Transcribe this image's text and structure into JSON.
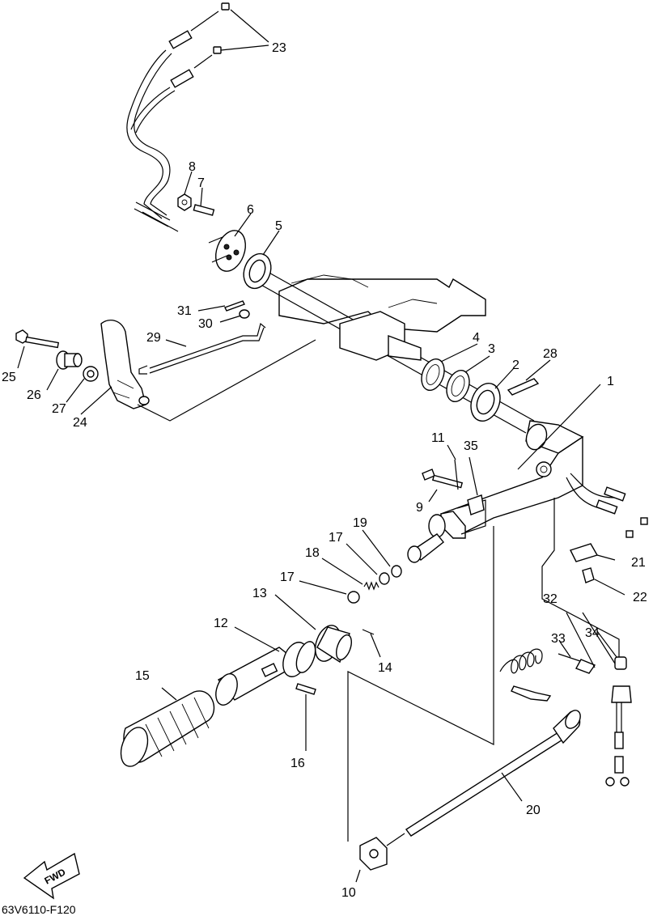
{
  "diagram_code": "63V6110-F120",
  "direction_label": "FWD",
  "part_numbers": [
    "1",
    "2",
    "3",
    "4",
    "5",
    "6",
    "7",
    "8",
    "9",
    "10",
    "11",
    "12",
    "13",
    "14",
    "15",
    "16",
    "17",
    "17",
    "18",
    "19",
    "20",
    "21",
    "22",
    "23",
    "24",
    "25",
    "26",
    "27",
    "28",
    "29",
    "30",
    "31",
    "32",
    "33",
    "34",
    "35"
  ]
}
